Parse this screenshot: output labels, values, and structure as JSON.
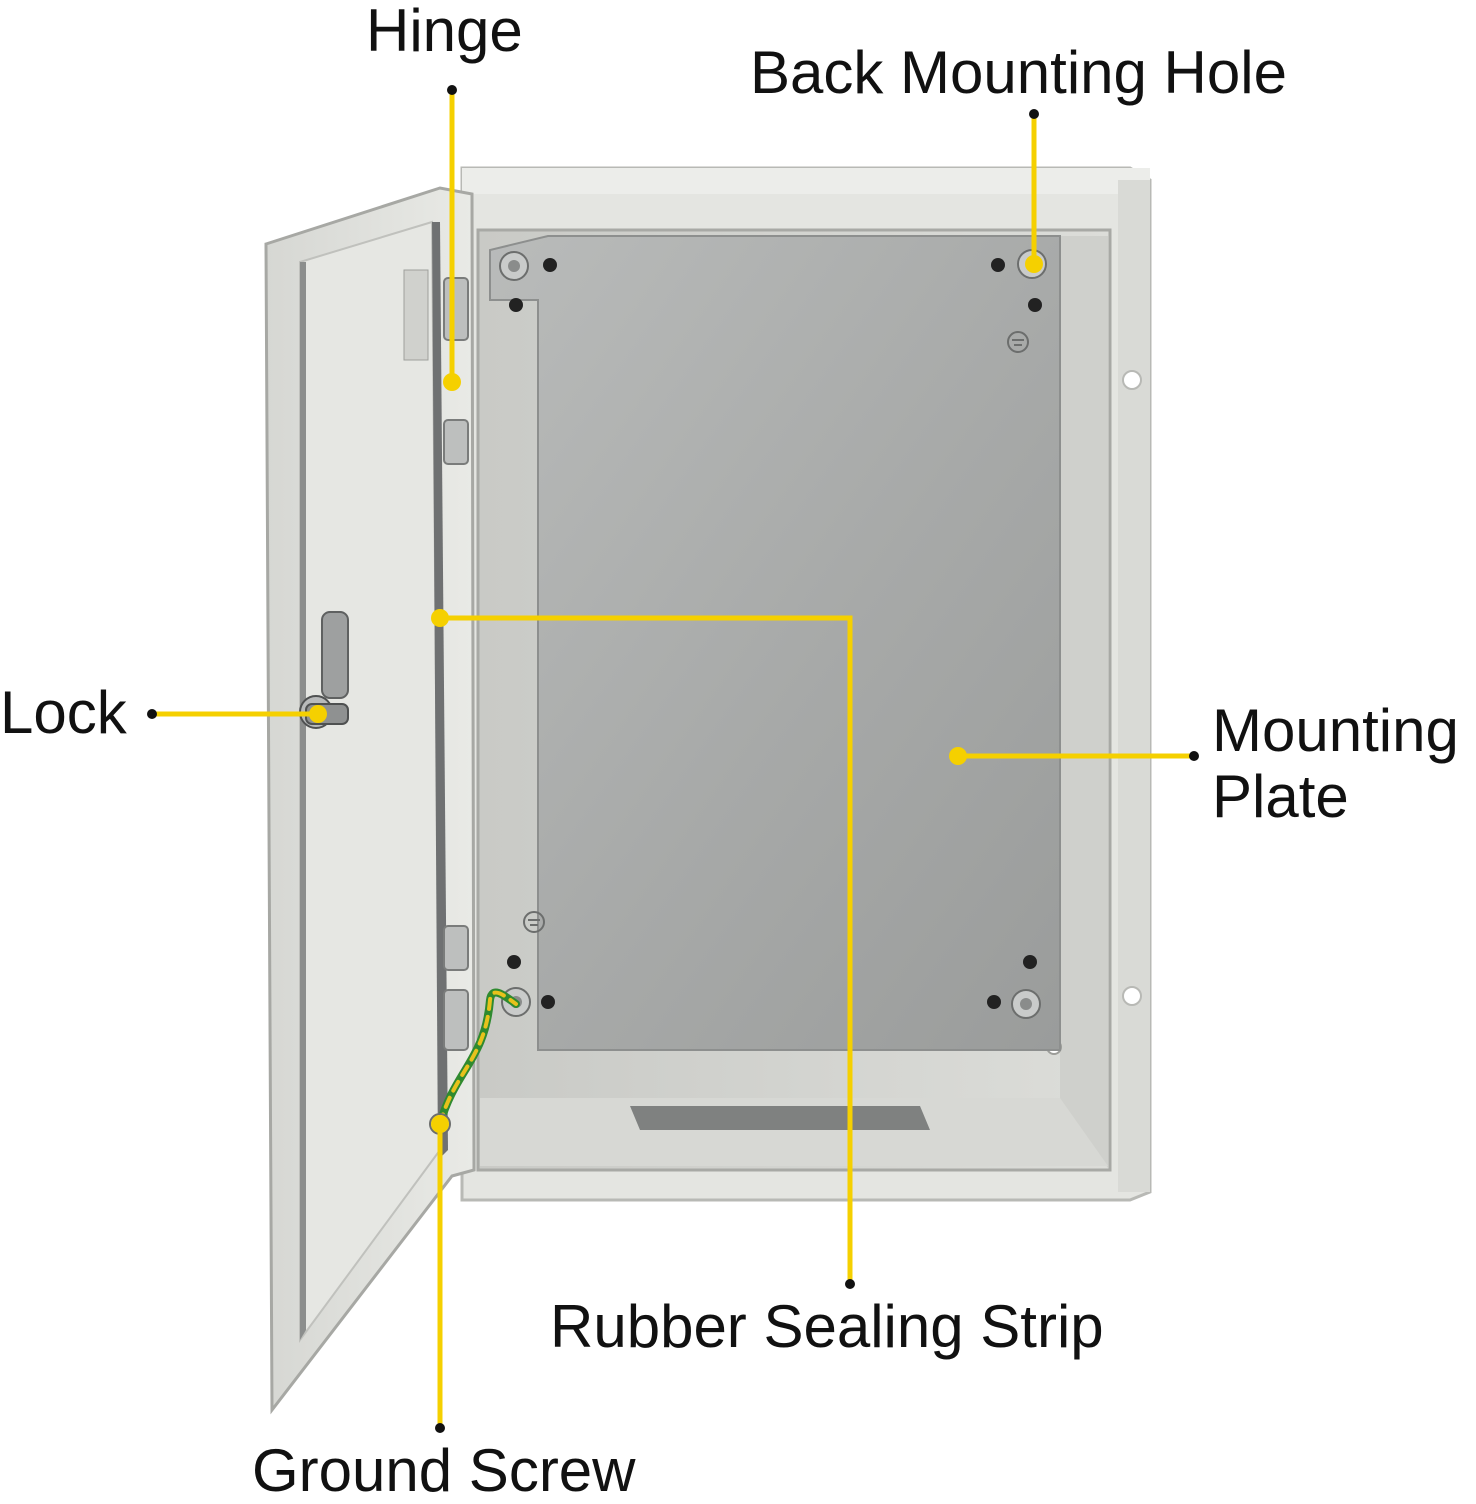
{
  "labels": {
    "hinge": "Hinge",
    "back_mounting_hole": "Back Mounting Hole",
    "lock": "Lock",
    "mounting_plate_line1": "Mounting",
    "mounting_plate_line2": "Plate",
    "rubber_sealing_strip": "Rubber Sealing Strip",
    "ground_screw": "Ground Screw"
  },
  "colors": {
    "leader_line": "#f5d000",
    "leader_dot": "#111111",
    "cabinet_body": "#e4e5e1",
    "mounting_plate": "#a9abaa",
    "gasket": "#6f7172"
  }
}
